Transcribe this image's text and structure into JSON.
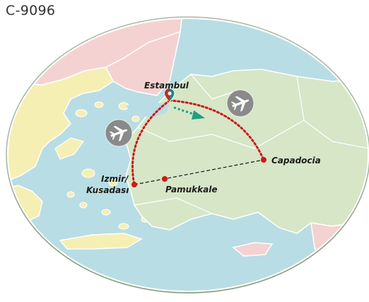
{
  "map": {
    "code": "C-9096",
    "cities": {
      "estambul": "Estambul",
      "capadocia": "Capadocia",
      "izmir_line1": "Izmir/",
      "izmir_line2": "Kusadası",
      "pamukkale": "Pamukkale"
    },
    "icons": [
      "airplane-icon",
      "location-pin-icon"
    ],
    "colors": {
      "sea": "#b9dde4",
      "turkey_land": "#d6e6c7",
      "neighbor_land": "#dfe9cf",
      "greece_land": "#f6efb4",
      "bulgaria_land": "#f4d2d1",
      "border": "#ffffff",
      "frame": "#6f8f66",
      "flight_route": "#cc1a1a",
      "ground_route": "#222222",
      "arrow": "#1e9f83",
      "plane_badge": "#8a8a8a"
    }
  }
}
